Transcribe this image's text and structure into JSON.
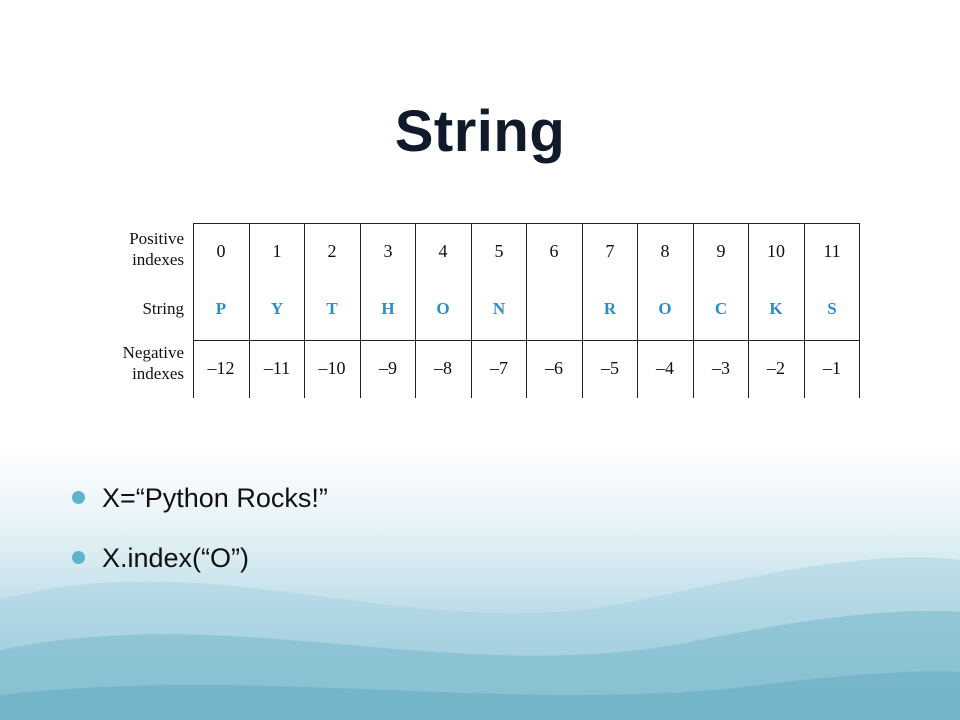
{
  "slide": {
    "title": "String",
    "table": {
      "row_labels": {
        "positive": [
          "Positive",
          "indexes"
        ],
        "string": "String",
        "negative": [
          "Negative",
          "indexes"
        ]
      },
      "positive_indexes": [
        "0",
        "1",
        "2",
        "3",
        "4",
        "5",
        "6",
        "7",
        "8",
        "9",
        "10",
        "11"
      ],
      "letters": [
        "P",
        "Y",
        "T",
        "H",
        "O",
        "N",
        "",
        "R",
        "O",
        "C",
        "K",
        "S"
      ],
      "negative_indexes": [
        "–12",
        "–11",
        "–10",
        "–9",
        "–8",
        "–7",
        "–6",
        "–5",
        "–4",
        "–3",
        "–2",
        "–1"
      ],
      "letter_color": "#2a8fc9"
    },
    "bullets": [
      "X=“Python Rocks!”",
      "X.index(“O”)"
    ],
    "colors": {
      "title": "#111a2a",
      "bullet_dot": "#5fb3cf",
      "wave": "#7dbacd"
    }
  }
}
